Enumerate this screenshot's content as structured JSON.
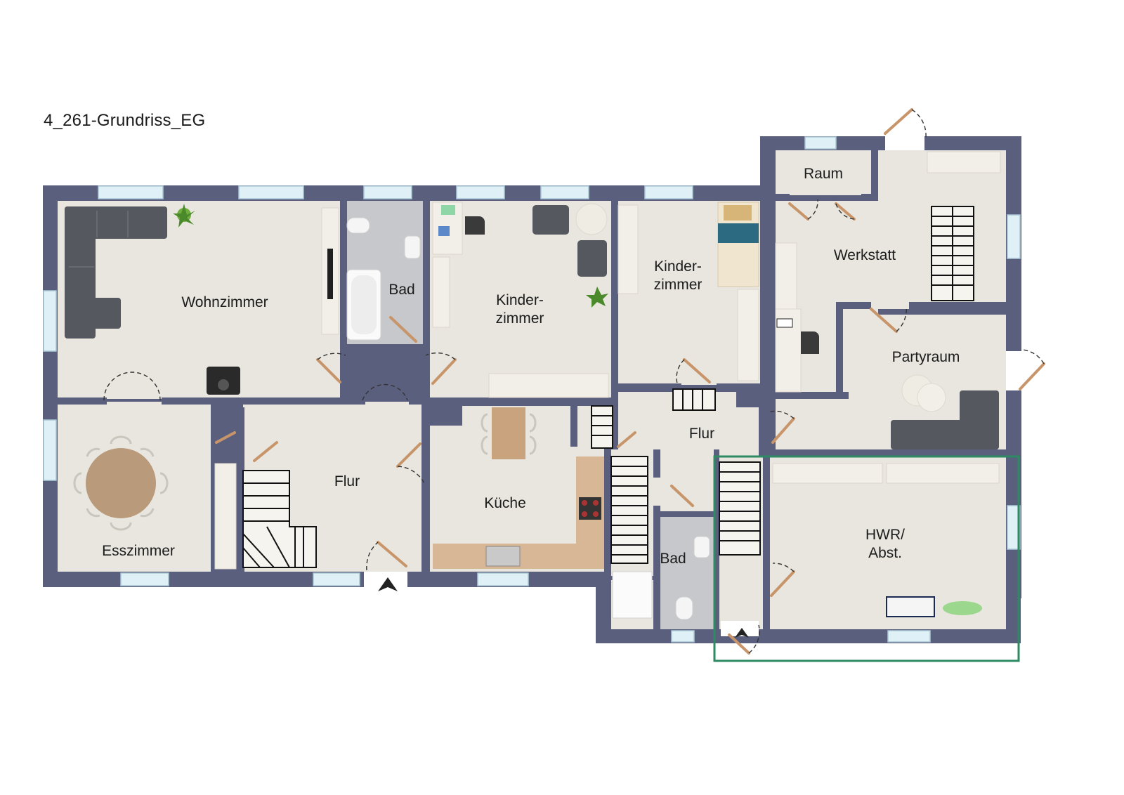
{
  "title": "4_261-Grundriss_EG",
  "rooms": {
    "wohnzimmer": "Wohnzimmer",
    "bad_top": "Bad",
    "kinderzimmer_1_line1": "Kinder-",
    "kinderzimmer_1_line2": "zimmer",
    "kinderzimmer_2_line1": "Kinder-",
    "kinderzimmer_2_line2": "zimmer",
    "raum": "Raum",
    "werkstatt": "Werkstatt",
    "partyraum": "Partyraum",
    "esszimmer": "Esszimmer",
    "flur_left": "Flur",
    "kueche": "Küche",
    "flur_right": "Flur",
    "bad_bottom": "Bad",
    "hwr_line1": "HWR/",
    "hwr_line2": "Abst."
  },
  "colors": {
    "wall": "#5b5f7e",
    "floor": "#e8e6df",
    "highlight": "#2e8a62",
    "door": "#c8956a",
    "window": "#dff0f6"
  },
  "icons": {
    "entrance": "entrance-arrow-icon",
    "plant": "plant-icon",
    "stove": "stove-icon"
  }
}
